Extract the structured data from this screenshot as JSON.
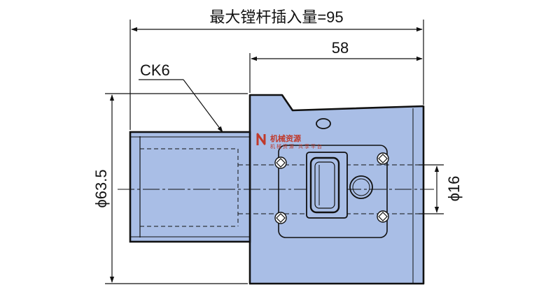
{
  "dimensions": {
    "max_insert_length": "最大镗杆插入量=95",
    "flange_width": "58",
    "outer_diameter": "ϕ63.5",
    "bore_diameter": "ϕ16",
    "shank_label": "CK6"
  },
  "watermark": {
    "title": "机械资源",
    "subtitle": "机 械 资 源 · 共 享 平 台"
  },
  "colors": {
    "body_fill": "#a9bee6",
    "line": "#111111",
    "watermark": "#c0392b"
  }
}
